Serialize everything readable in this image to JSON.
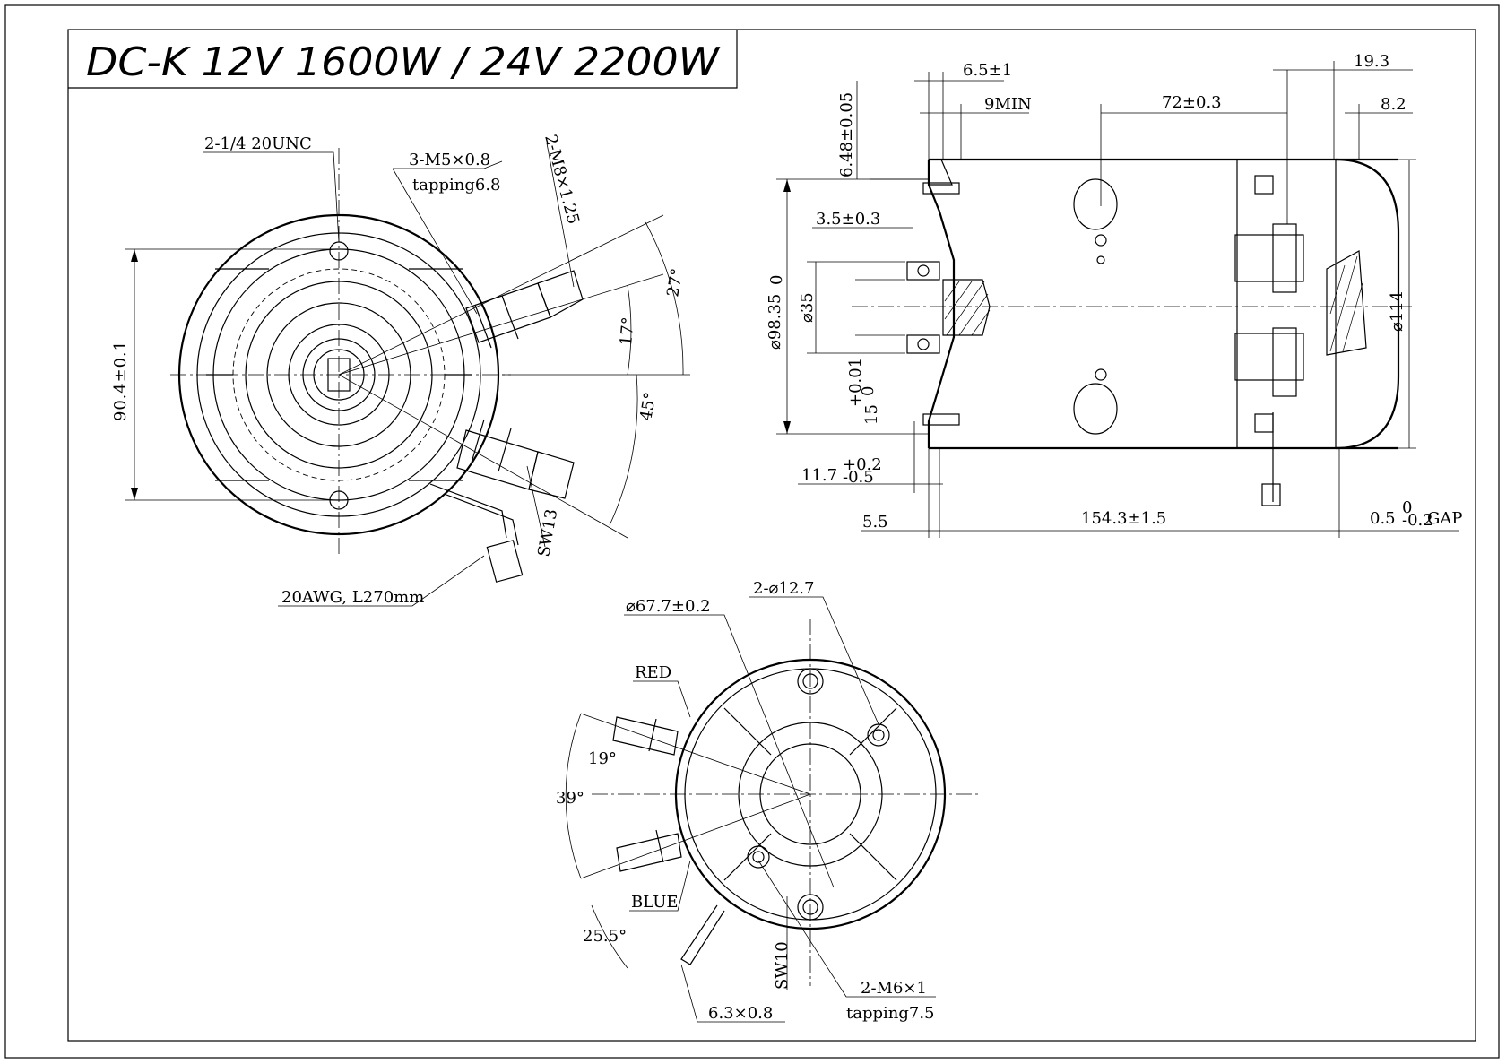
{
  "title": "DC-K 12V 1600W / 24V 2200W",
  "front_view": {
    "thread_port": "2-1/4 20UNC",
    "screw_tap_line1": "3-M5×0.8",
    "screw_tap_line2": "tapping6.8",
    "stud_thread": "2-M8×1.25",
    "height_dim": "90.4±0.1",
    "angle_outer": "27°",
    "angle_inner": "17°",
    "angle_lower": "45°",
    "wrench_size": "SW13",
    "wire_spec": "20AWG, L270mm"
  },
  "side_view": {
    "flange_width": "6.5±1",
    "min_depth": "9MIN",
    "stud_spacing": "72±0.3",
    "end_offset": "19.3",
    "end_cap": "8.2",
    "pilot_shoulder": "6.48±0.05",
    "bearing_step": "3.5±0.3",
    "body_diameter": "⌀98.35",
    "body_diameter_tol": "0",
    "shaft_diameter": "⌀35",
    "spline_length": "15",
    "spline_tol_upper": "+0.01",
    "spline_tol_lower": "0",
    "pilot_length": "11.7",
    "pilot_tol_upper": "+0.2",
    "pilot_tol_lower": "-0.5",
    "flange_thickness": "5.5",
    "body_length": "154.3±1.5",
    "gap_value": "0.5",
    "gap_tol_upper": "0",
    "gap_tol_lower": "-0.2",
    "gap_label": "GAP",
    "end_diameter": "⌀114"
  },
  "rear_view": {
    "bolt_circle": "⌀67.7±0.2",
    "hole_diameter": "2-⌀12.7",
    "red_label": "RED",
    "blue_label": "BLUE",
    "angle_upper": "19°",
    "angle_mid": "39°",
    "angle_lower": "25.5°",
    "wrench_size": "SW10",
    "mount_tap_line1": "2-M6×1",
    "mount_tap_line2": "tapping7.5",
    "terminal_spec": "6.3×0.8"
  }
}
